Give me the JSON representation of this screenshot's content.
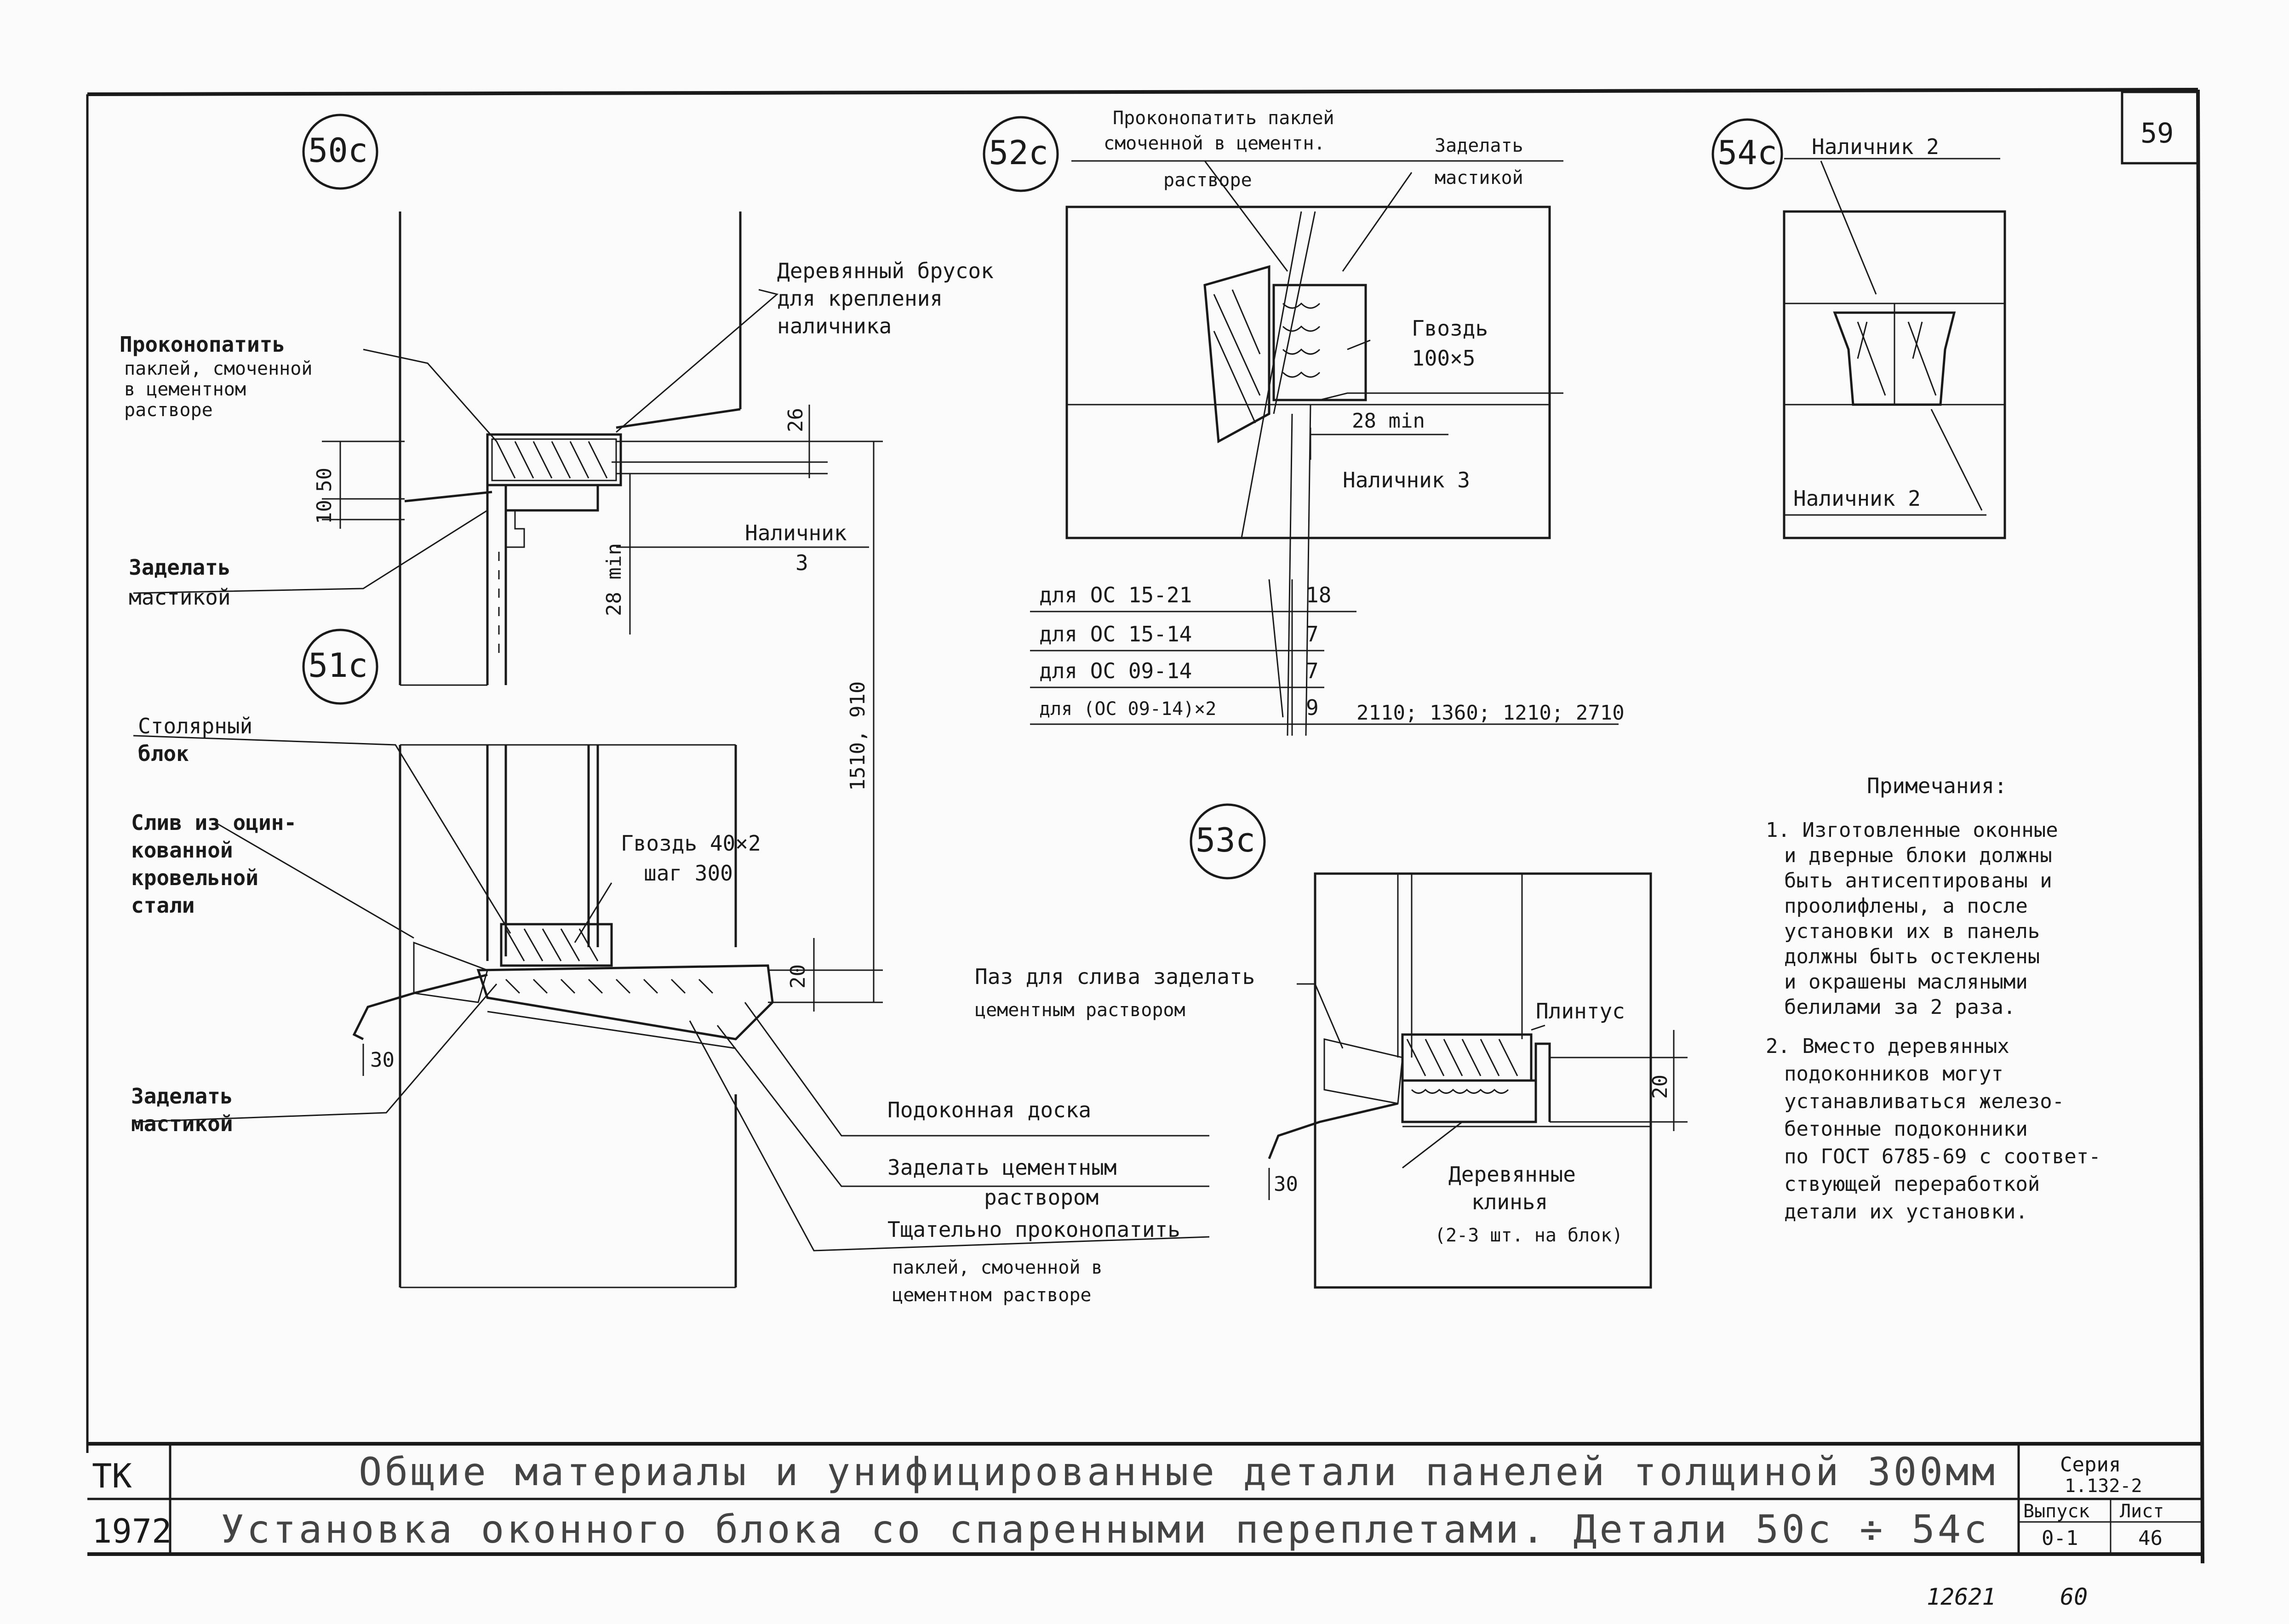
{
  "sheet_number": "59",
  "details": {
    "d50": "50с",
    "d51": "51с",
    "d52": "52с",
    "d53": "53с",
    "d54": "54с"
  },
  "labels_50": {
    "caulk_1": "Проконопатить",
    "caulk_2": "паклей, смоченной",
    "caulk_3": "в цементном",
    "caulk_4": "растворе",
    "bar_1": "Деревянный брусок",
    "bar_2": "для крепления",
    "bar_3": "наличника",
    "mastic_1": "Заделать",
    "mastic_2": "мастикой",
    "casing_1": "Наличник",
    "casing_2": "3",
    "dim_10": "10",
    "dim_50": "50",
    "dim_26": "26",
    "dim_28min": "28 min",
    "dim_1510": "1510, 910"
  },
  "labels_51": {
    "joinery_1": "Столярный",
    "joinery_2": "блок",
    "drip_1": "Слив из оцин-",
    "drip_2": "кованной",
    "drip_3": "кровельной",
    "drip_4": "стали",
    "nail_1": "Гвоздь 40×2",
    "nail_2": "шаг 300",
    "mastic_1": "Заделать",
    "mastic_2": "мастикой",
    "sill": "Подоконная доска",
    "cement_1": "Заделать цементным",
    "cement_2": "раствором",
    "tight_1": "Тщательно проконопатить",
    "tight_2": "паклей, смоченной в",
    "tight_3": "цементном растворе",
    "dim_20": "20",
    "dim_30": "30"
  },
  "labels_52": {
    "caulk_1": "Проконопатить паклей",
    "caulk_2": "смоченной в цементн.",
    "caulk_3": "растворе",
    "mastic_1": "Заделать",
    "mastic_2": "мастикой",
    "nail_1": "Гвоздь",
    "nail_2": "100×5",
    "dim_28min": "28 min",
    "casing": "Наличник 3",
    "table": [
      {
        "label": "для ОС 15-21",
        "value": "18"
      },
      {
        "label": "для ОС 15-14",
        "value": "7"
      },
      {
        "label": "для ОС 09-14",
        "value": "7"
      },
      {
        "label": "для (ОС 09-14)×2",
        "value": "9"
      }
    ],
    "widths": "2110; 1360; 1210; 2710"
  },
  "labels_53": {
    "groove_1": "Паз для слива заделать",
    "groove_2": "цементным раствором",
    "plinth": "Плинтус",
    "wedges_1": "Деревянные",
    "wedges_2": "клинья",
    "wedges_3": "(2-3 шт. на блок)",
    "dim_20": "20",
    "dim_30": "30"
  },
  "labels_54": {
    "casing_top": "Наличник 2",
    "casing_bottom": "Наличник 2"
  },
  "notes": {
    "heading": "Примечания:",
    "n1": [
      "1. Изготовленные оконные",
      "и дверные блоки должны",
      "быть антисептированы и",
      "проолифлены, а после",
      "установки их в панель",
      "должны быть остеклены",
      "и окрашены масляными",
      "белилами за 2 раза."
    ],
    "n2": [
      "2. Вместо деревянных",
      "подоконников могут",
      "устанавливаться железо-",
      "бетонные подоконники",
      "по ГОСТ 6785-69 с соответ-",
      "ствующей переработкой",
      "детали их установки."
    ]
  },
  "title_block": {
    "org": "ТК",
    "year": "1972",
    "title_1": "Общие материалы и унифицированные детали панелей толщиной 300мм",
    "title_2": "Установка оконного блока со спаренными переплетами. Детали 50с ÷ 54с",
    "series_label": "Серия",
    "series_value": "1.132-2",
    "issue_label": "Выпуск",
    "issue_value": "0-1",
    "sheet_label": "Лист",
    "sheet_value": "46"
  },
  "bottom_marks": {
    "left": "12621",
    "right": "60"
  }
}
